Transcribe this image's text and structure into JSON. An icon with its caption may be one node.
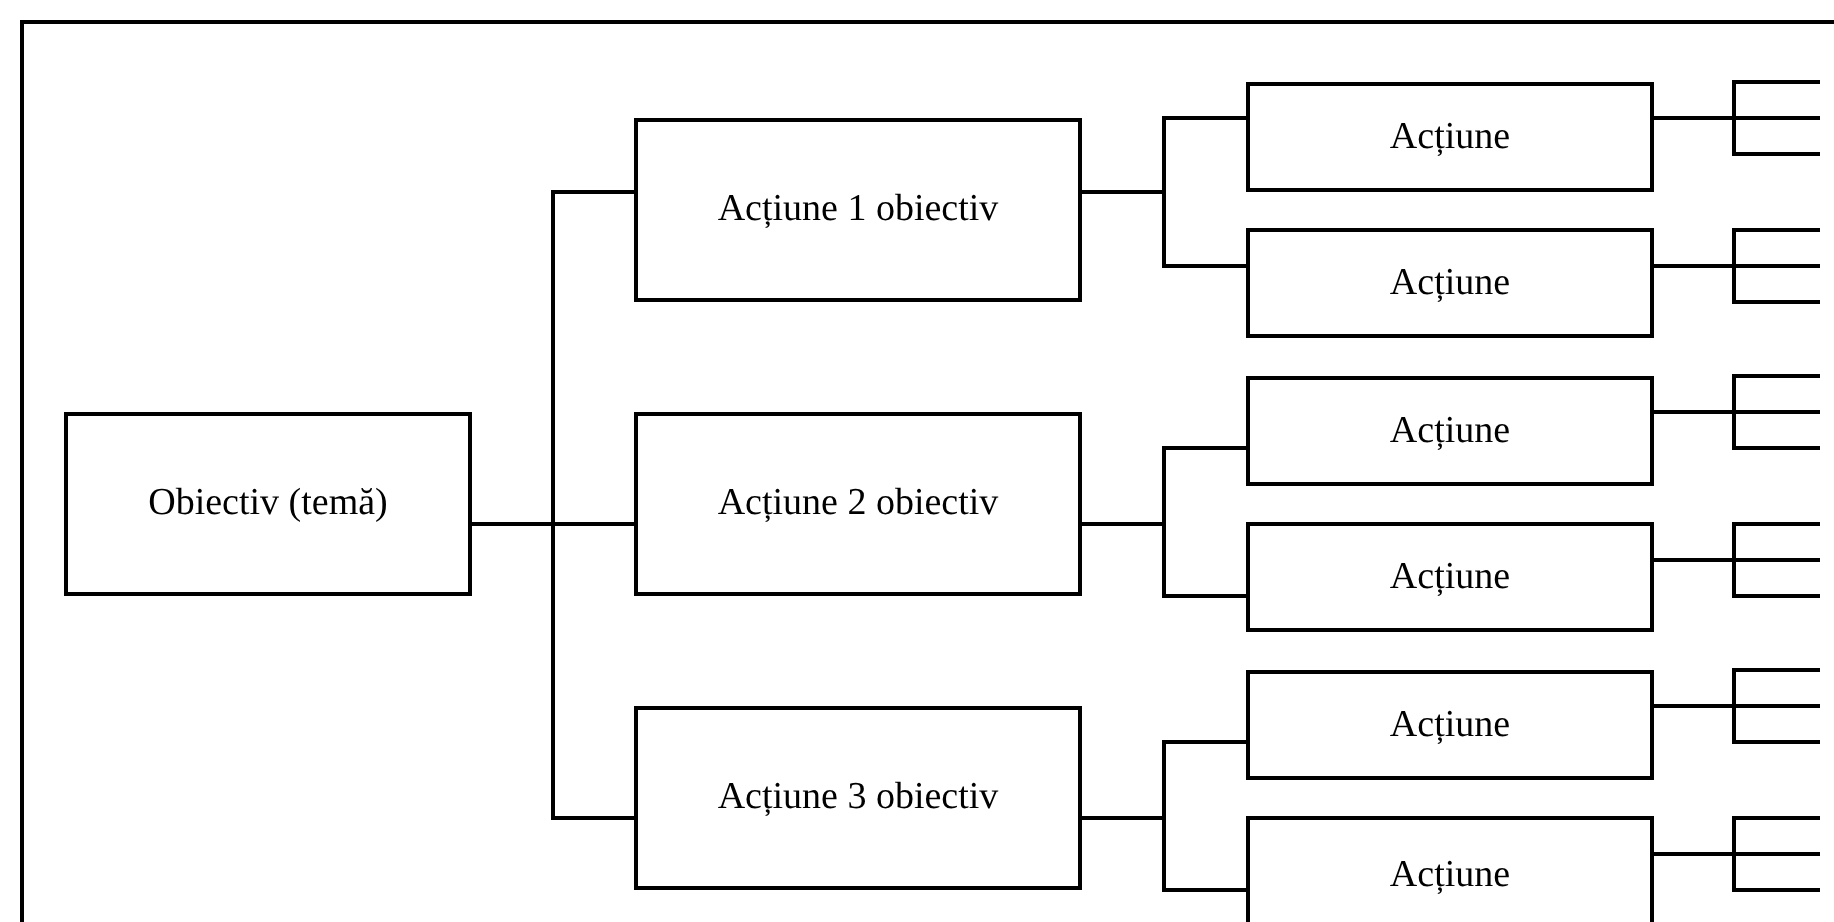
{
  "diagram": {
    "nodes": [
      {
        "text": [
          "Obiectiv (temă)"
        ]
      },
      {
        "text": [
          "Acțiune 1 obiectiv"
        ]
      },
      {
        "text": [
          "Acțiune 2 obiectiv"
        ]
      },
      {
        "text": [
          "Acțiune 3 obiectiv"
        ]
      },
      {
        "text": [
          "Acțiune"
        ]
      },
      {
        "text": [
          "Acțiune"
        ]
      },
      {
        "text": [
          "Acțiune"
        ]
      },
      {
        "text": [
          "Acțiune"
        ]
      },
      {
        "text": [
          "Acțiune"
        ]
      },
      {
        "text": [
          "Acțiune"
        ]
      }
    ],
    "edges": [
      {
        "from": 0,
        "to": 1,
        "arrow": "none"
      },
      {
        "from": 0,
        "to": 2,
        "arrow": "none"
      },
      {
        "from": 0,
        "to": 3,
        "arrow": "none"
      },
      {
        "from": 1,
        "to": 4,
        "arrow": "none"
      },
      {
        "from": 1,
        "to": 5,
        "arrow": "none"
      },
      {
        "from": 2,
        "to": 6,
        "arrow": "none"
      },
      {
        "from": 2,
        "to": 7,
        "arrow": "none"
      },
      {
        "from": 3,
        "to": 8,
        "arrow": "none"
      },
      {
        "from": 3,
        "to": 9,
        "arrow": "none"
      },
      {
        "from": 4,
        "to": null,
        "arrow": "none"
      },
      {
        "from": 4,
        "to": null,
        "arrow": "none"
      },
      {
        "from": 4,
        "to": null,
        "arrow": "none"
      },
      {
        "from": 5,
        "to": null,
        "arrow": "none"
      },
      {
        "from": 5,
        "to": null,
        "arrow": "none"
      },
      {
        "from": 5,
        "to": null,
        "arrow": "none"
      },
      {
        "from": 6,
        "to": null,
        "arrow": "none"
      },
      {
        "from": 6,
        "to": null,
        "arrow": "none"
      },
      {
        "from": 6,
        "to": null,
        "arrow": "none"
      },
      {
        "from": 7,
        "to": null,
        "arrow": "none"
      },
      {
        "from": 7,
        "to": null,
        "arrow": "none"
      },
      {
        "from": 7,
        "to": null,
        "arrow": "none"
      },
      {
        "from": 8,
        "to": null,
        "arrow": "none"
      },
      {
        "from": 8,
        "to": null,
        "arrow": "none"
      },
      {
        "from": 8,
        "to": null,
        "arrow": "none"
      },
      {
        "from": 9,
        "to": null,
        "arrow": "none"
      },
      {
        "from": 9,
        "to": null,
        "arrow": "none"
      },
      {
        "from": 9,
        "to": null,
        "arrow": "none"
      }
    ]
  }
}
